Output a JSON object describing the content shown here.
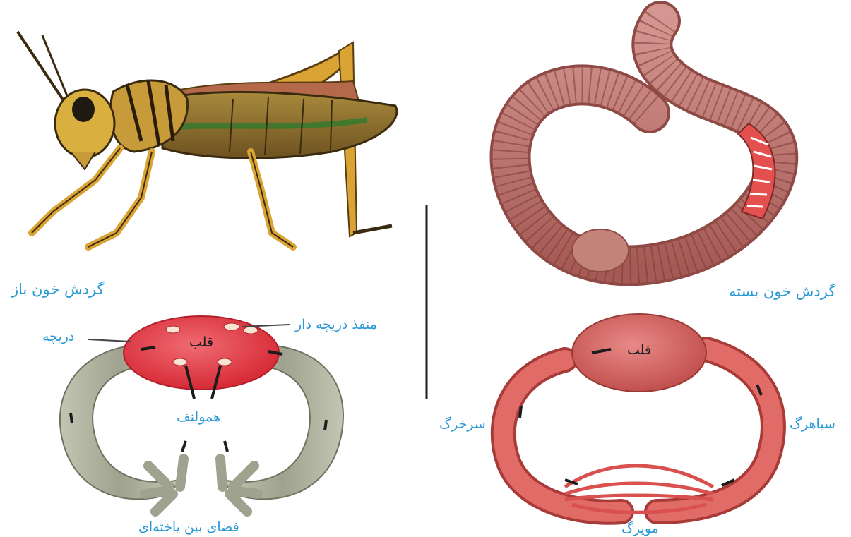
{
  "left_panel": {
    "title": "گردش خون باز",
    "labels": {
      "valve": "دریچه",
      "valved_opening": "منفذ دریچه دار",
      "heart": "قلب",
      "hemolymph": "همولنف",
      "intercellular_space": "فضای بین یاخته‌ای"
    }
  },
  "right_panel": {
    "title": "گردش خون بسته",
    "labels": {
      "heart": "قلب",
      "artery": "سرخرگ",
      "vein": "سیاهرگ",
      "capillary": "مویرگ"
    }
  },
  "colors": {
    "label_blue": "#2a9ad6",
    "heart_red": "#e23c46",
    "vessel_grey": "#a9ab98",
    "closed_vessel_red": "#d9504e",
    "worm_pink": "#b96c66",
    "grasshopper_body": "#8a6a2a",
    "grasshopper_legs": "#d9a434"
  }
}
